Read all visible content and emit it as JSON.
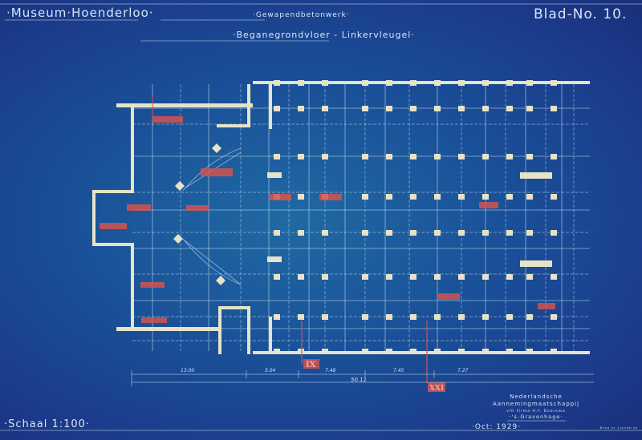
{
  "title_block": {
    "project": "·Museum·Hoenderloo·",
    "discipline": "·Gewapendbetonwerk·",
    "sheet_name": "·Beganegrondvloer - Linkervleugel·",
    "sheet_number": "Blad-No. 10."
  },
  "scale": "·Schaal 1:100·",
  "contractor": {
    "line1": "Nederlandsche",
    "line2": "Aannemingmaatschappij",
    "line3": "v/h Firma H.F. Boersma",
    "city": "·'s-Gravenhage·"
  },
  "date": "·Oct: 1929·",
  "printer_mark": "Blad nr Lichtdruk",
  "dimensions": {
    "segments": [
      "13.00",
      "5.04",
      "7.48",
      "7.45",
      "7.27"
    ],
    "total": "50.11"
  },
  "section_marks": [
    "IX",
    "XXI"
  ],
  "colors": {
    "paper": "#1b4f98",
    "lines": "#bcd6ea",
    "walls": "#e6e3c8",
    "red_marks": "#d2544f"
  }
}
